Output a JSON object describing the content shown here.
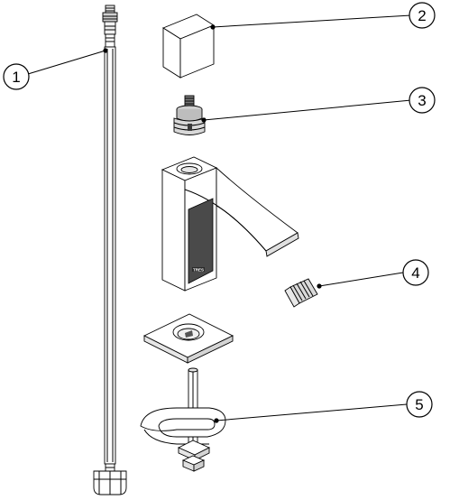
{
  "diagram": {
    "callouts": [
      {
        "id": "1",
        "label": "1"
      },
      {
        "id": "2",
        "label": "2"
      },
      {
        "id": "3",
        "label": "3"
      },
      {
        "id": "4",
        "label": "4"
      },
      {
        "id": "5",
        "label": "5"
      }
    ],
    "brand_text": "TRES",
    "colors": {
      "line": "#000000",
      "part_light": "#ffffff",
      "part_mid": "#d9d9d9",
      "part_dark": "#4a4a4a",
      "background": "#ffffff"
    },
    "icons": [
      "supply-hose",
      "handle-cap",
      "cartridge",
      "faucet-body",
      "aerator",
      "base-plate",
      "mounting-kit"
    ]
  }
}
